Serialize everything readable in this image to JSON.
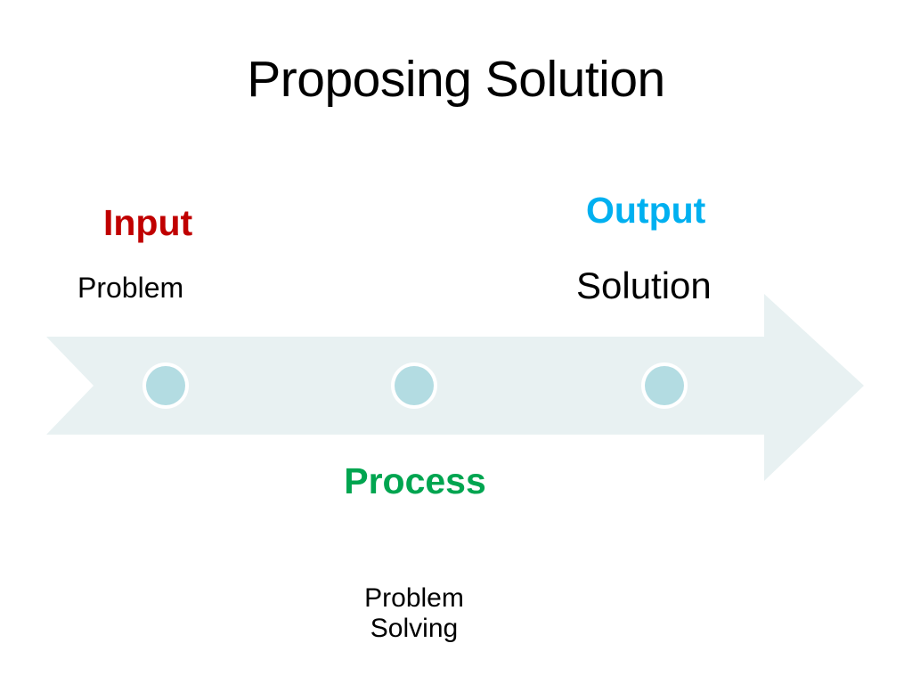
{
  "slide": {
    "title": "Proposing Solution",
    "background_color": "#FFFFFF"
  },
  "diagram": {
    "type": "process-arrow",
    "arrow_fill": "#E8F1F2",
    "node_fill": "#B3DCE2",
    "node_ring": "#FFFFFF",
    "node_count": 3,
    "direction": "left-to-right"
  },
  "stages": {
    "input": {
      "heading": "Input",
      "heading_color": "#C00000",
      "sub": "Problem"
    },
    "process": {
      "heading": "Process",
      "heading_color": "#00A550",
      "sub": "Problem\nSolving"
    },
    "output": {
      "heading": "Output",
      "heading_color": "#00B0F0",
      "sub": "Solution"
    }
  }
}
